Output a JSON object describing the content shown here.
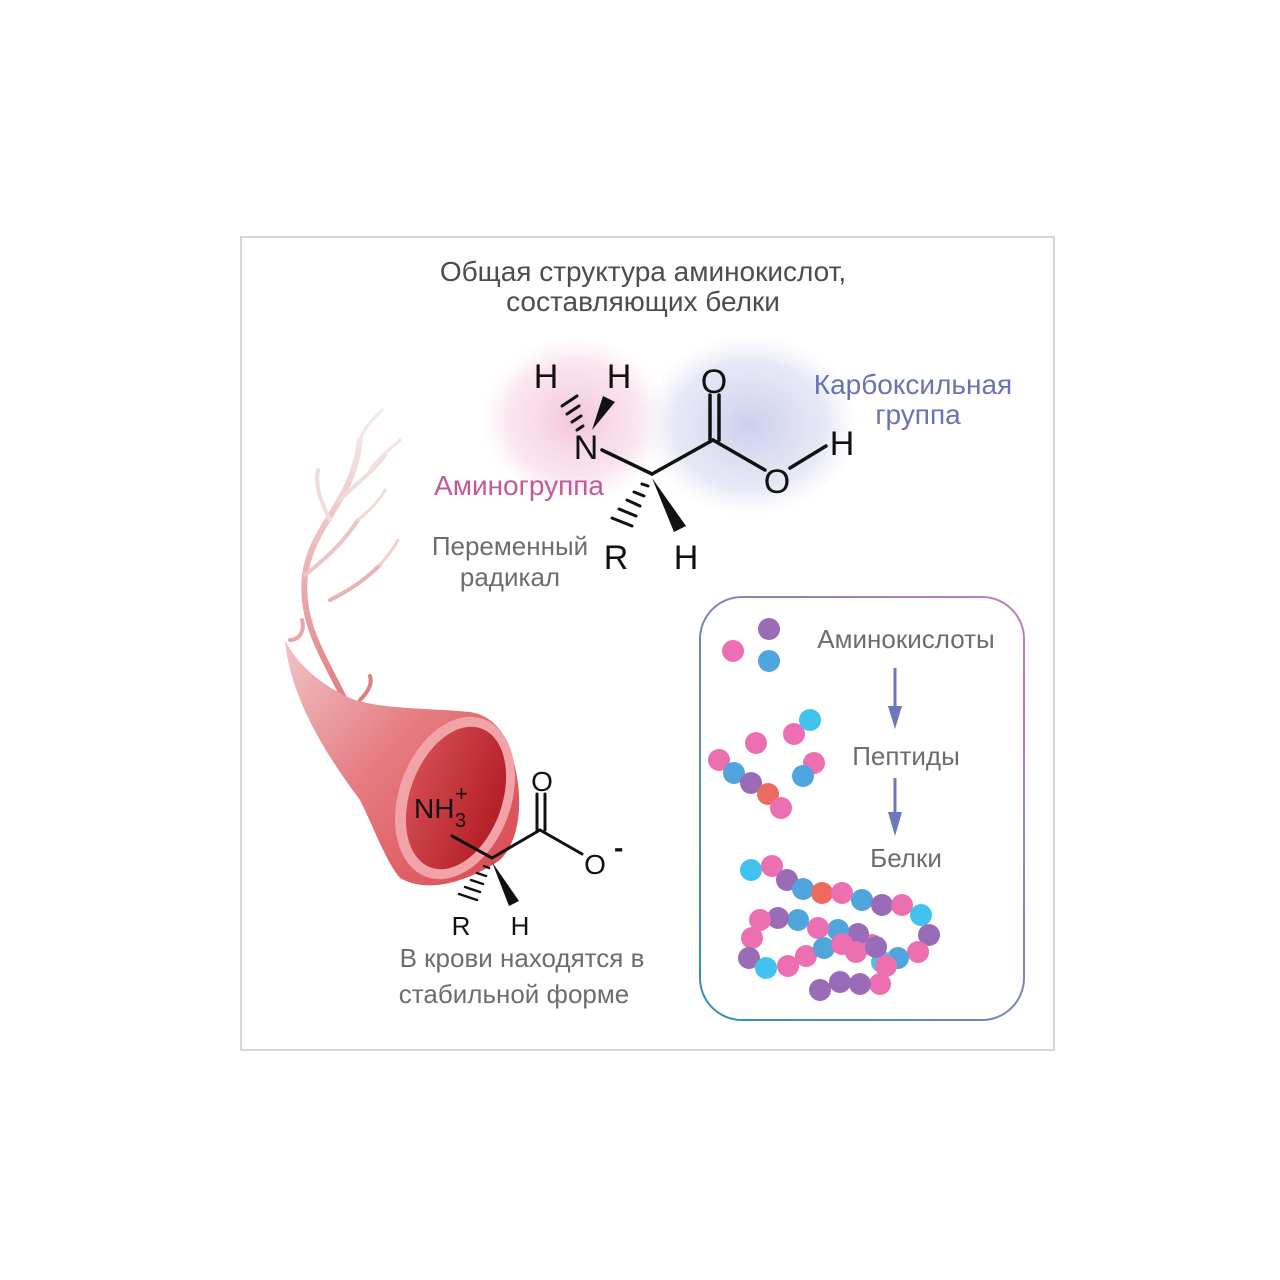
{
  "title": {
    "line1": "Общая структура аминокислот,",
    "line2": "составляющих белки"
  },
  "molecule": {
    "atoms": {
      "h_left": "H",
      "h_right": "H",
      "n": "N",
      "o_top": "O",
      "o_single": "O",
      "h_oh": "H",
      "r": "R",
      "h_bottom": "H"
    },
    "labels": {
      "amino_group": "Аминогруппа",
      "carboxyl_group_line1": "Карбоксильная",
      "carboxyl_group_line2": "группа",
      "variable_radical_line1": "Переменный",
      "variable_radical_line2": "радикал"
    },
    "colors": {
      "amino_group": "#c25a9a",
      "carboxyl_group": "#6b72b3"
    }
  },
  "blood_form": {
    "atoms": {
      "nh3": "NH",
      "nh3_sub": "3",
      "nh3_charge": "+",
      "o_top": "O",
      "o_minus": "O",
      "o_charge": "-",
      "r": "R",
      "h": "H"
    },
    "caption_line1": "В крови находятся в",
    "caption_line2": "стабильной форме",
    "vessel_color": "#d9474f"
  },
  "protein_panel": {
    "stages": [
      "Аминокислоты",
      "Пептиды",
      "Белки"
    ],
    "bead_colors": {
      "pink": "#ec6fb1",
      "purple": "#9a6bb7",
      "blue": "#4fa5dc",
      "cyan": "#42c3ef",
      "orange": "#ed6a5e"
    },
    "arrow_color": "#6c78b9"
  }
}
